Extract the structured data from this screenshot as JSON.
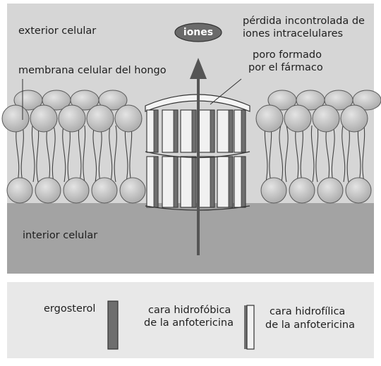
{
  "labels": {
    "exterior": "exterior celular",
    "ions": "iones",
    "ion_loss_line1": "pérdida incontrolada de",
    "ion_loss_line2": "iones intracelulares",
    "pore_line1": "poro formado",
    "pore_line2": "por el fármaco",
    "membrane": "membrana celular del hongo",
    "interior": "interior celular"
  },
  "legend": {
    "ergosterol": "ergosterol",
    "hydrophobic_line1": "cara hidrofóbica",
    "hydrophobic_line2": "de la anfotericina",
    "hydrophilic_line1": "cara hidrofílica",
    "hydrophilic_line2": "de la anfotericina"
  },
  "colors": {
    "extracellular": "#d6d6d6",
    "intracellular": "#9f9f9f",
    "lipid_head": "#c2c2c2",
    "ergosterol": "#6e6e6e",
    "hydrophilic_face": "#f1f1f1",
    "ions_oval": "#6a6a6a",
    "legend_bg": "#e8e8e8"
  }
}
